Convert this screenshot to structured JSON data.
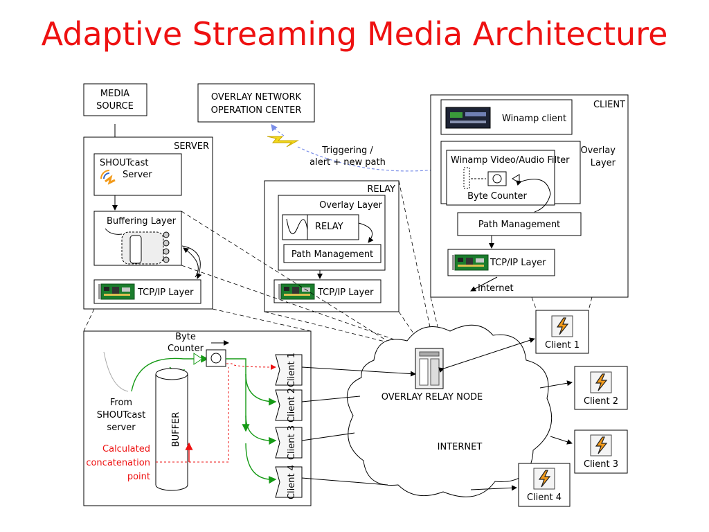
{
  "title": "Adaptive Streaming Media Architecture",
  "boxes": {
    "media_source": [
      "MEDIA",
      "SOURCE"
    ],
    "noc": [
      "OVERLAY NETWORK",
      "OPERATION CENTER"
    ],
    "server": "SERVER",
    "shoutcast": [
      "SHOUTcast",
      "Server"
    ],
    "buffering_layer": "Buffering Layer",
    "tcpip": "TCP/IP Layer",
    "relay": "RELAY",
    "relay_inner": "RELAY",
    "overlay_layer": "Overlay Layer",
    "path_management": "Path Management",
    "client": "CLIENT",
    "winamp_client": "Winamp client",
    "overlay_layer_client": [
      "Overlay",
      "Layer"
    ],
    "winamp_filter": "Winamp Video/Audio Filter",
    "byte_counter": "Byte Counter",
    "internet_small": "Internet",
    "triggering": [
      "Triggering /",
      "alert + new path"
    ]
  },
  "detail": {
    "byte_counter": [
      "Byte",
      "Counter"
    ],
    "from_server": [
      "From",
      "SHOUTcast",
      "server"
    ],
    "buffer": "BUFFER",
    "concat": [
      "Calculated",
      "concatenation",
      "point"
    ],
    "client_slots": [
      "Client 1",
      "Client 2",
      "Client 3",
      "Client 4"
    ]
  },
  "network": {
    "relay_node": "OVERLAY RELAY NODE",
    "internet": "INTERNET"
  },
  "clients": [
    "Client 1",
    "Client 2",
    "Client 3",
    "Client 4"
  ],
  "colors": {
    "title": "#ee1111",
    "flow": "#159a15",
    "concat": "#ee1111",
    "alert": "#7a8ee8",
    "lightning": "#f3d81c"
  }
}
